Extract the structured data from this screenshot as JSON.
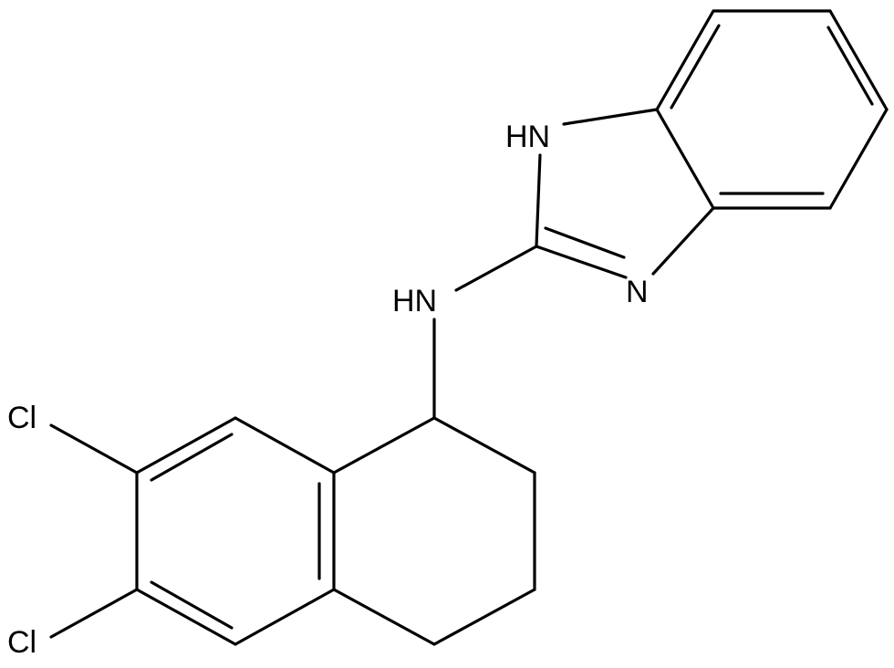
{
  "molecule": {
    "atom_labels": {
      "nh_ring": "HN",
      "n_ring": "N",
      "nh_linker": "HN",
      "cl_upper": "Cl",
      "cl_lower": "Cl"
    },
    "colors": {
      "bond": "#000000",
      "label": "#000000",
      "background": "#ffffff"
    }
  }
}
